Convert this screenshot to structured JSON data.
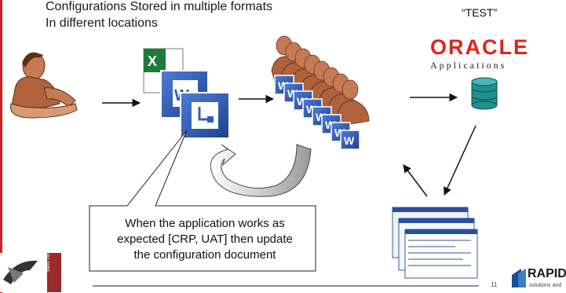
{
  "heading": {
    "line1": "Configurations Stored in multiple formats",
    "line2": "In different locations"
  },
  "environment_label": "“TEST”",
  "oracle": {
    "brand": "ORACLE",
    "sub": "Applications",
    "brand_color": "#e2231a"
  },
  "callout": {
    "line1": "When the application works as",
    "line2": "expected [CRP, UAT] then update",
    "line3": "the configuration document"
  },
  "footer": {
    "page_number": "11",
    "rapid_logo": "RAPID",
    "rapid_tagline": "solutions and",
    "left_logo": "swift hire"
  },
  "colors": {
    "accent_red": "#cc2222",
    "database_teal": "#1f8f8f",
    "doc_blue": "#2f5fb8",
    "excel_green": "#1e7b3a",
    "person_skin": "#b0623c"
  }
}
